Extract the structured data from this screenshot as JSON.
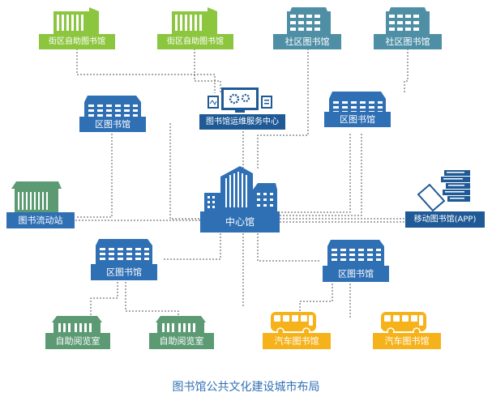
{
  "caption": "图书馆公共文化建设城市布局",
  "colors": {
    "green": "#8cc63f",
    "teal": "#4f8fa6",
    "blue": "#2f6fb4",
    "navy": "#1f5a96",
    "sage": "#5b9a72",
    "yellow": "#f6b21a",
    "line": "#555555"
  },
  "nodes": {
    "street_lib_1": "街区自助图书馆",
    "street_lib_2": "街区自助图书馆",
    "community_lib_1": "社区图书馆",
    "community_lib_2": "社区图书馆",
    "district_lib_upper_left": "区图书馆",
    "service_center": "图书馆运维服务中心",
    "district_lib_upper_right": "区图书馆",
    "mobile_station": "图书流动站",
    "central_lib": "中心馆",
    "mobile_app": "移动图书馆(APP)",
    "district_lib_lower_left": "区图书馆",
    "district_lib_lower_right": "区图书馆",
    "reading_room_1": "自助阅览室",
    "reading_room_2": "自助阅览室",
    "bus_lib_1": "汽车图书馆",
    "bus_lib_2": "汽车图书馆"
  },
  "icons": {
    "street_lib": "building-icon",
    "community_lib": "building-icon",
    "district_lib": "building-icon",
    "service_center": "monitors-gears-icon",
    "central_lib": "skyscrapers-icon",
    "mobile_station": "kiosk-icon",
    "mobile_app": "books-tablet-icon",
    "reading_room": "hall-icon",
    "bus_lib": "bus-icon"
  }
}
